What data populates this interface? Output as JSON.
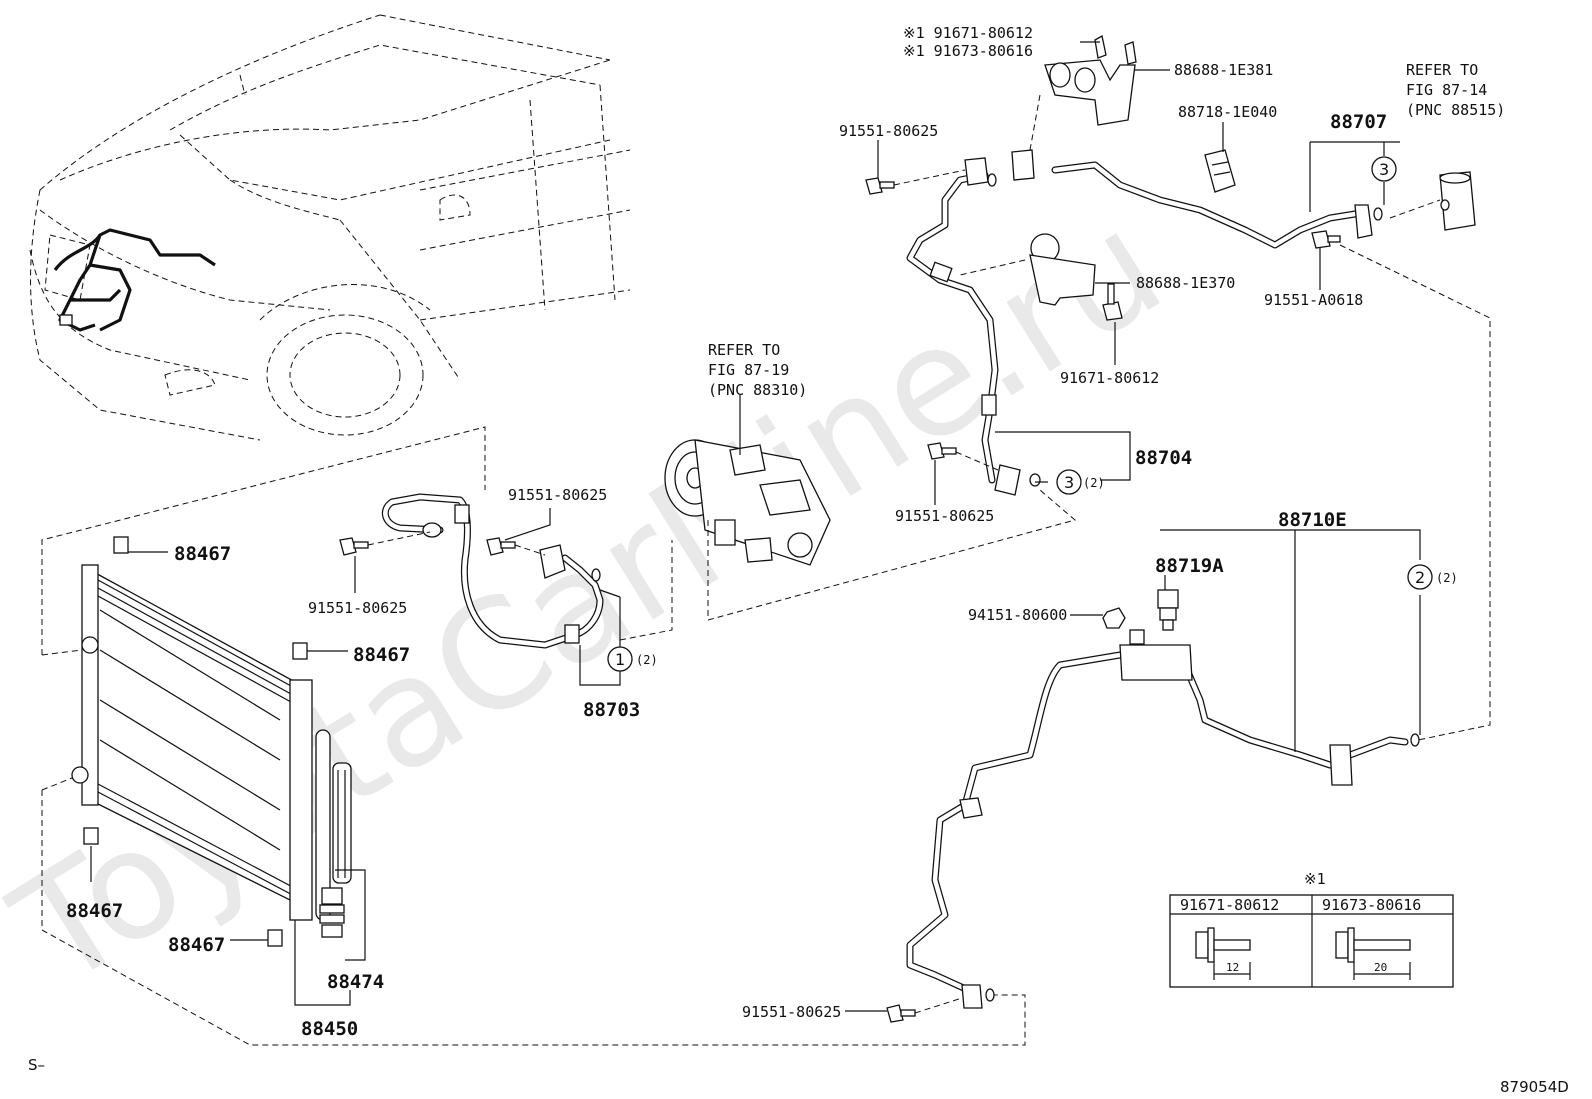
{
  "watermark": "ToyotaCarMine.ru",
  "figure_code": "879054D",
  "footer_left": "S–",
  "refer_fig_87_14": {
    "line1": "REFER TO",
    "line2": "FIG 87-14",
    "line3": "(PNC 88515)"
  },
  "refer_fig_87_19": {
    "line1": "REFER TO",
    "line2": "FIG 87-19",
    "line3": "(PNC 88310)"
  },
  "bolt_note": {
    "line1": "※1 91671-80612",
    "line2": "※1 91673-80616"
  },
  "labels": {
    "p88688_1E381": "88688-1E381",
    "p91551_80625_top": "91551-80625",
    "p88718_1E040": "88718-1E040",
    "p88707": "88707",
    "p88688_1E370": "88688-1E370",
    "p91551_A0618": "91551-A0618",
    "p91671_80612": "91671-80612",
    "p88704": "88704",
    "p91551_80625_mid": "91551-80625",
    "p91551_80625_hose": "91551-80625",
    "p91551_80625_left": "91551-80625",
    "p88467_a": "88467",
    "p88467_b": "88467",
    "p88467_c": "88467",
    "p88467_d": "88467",
    "p88703": "88703",
    "p88710E": "88710E",
    "p88719A": "88719A",
    "p94151_80600": "94151-80600",
    "p88474": "88474",
    "p88450": "88450",
    "p91551_80625_bottom": "91551-80625"
  },
  "callouts": {
    "c3_top": "3",
    "c3_mid": "3",
    "qty_3": "(2)",
    "c1": "1",
    "qty_1": "(2)",
    "c2": "2",
    "qty_2": "(2)"
  },
  "bolt_table": {
    "mark": "※1",
    "col1": "91671-80612",
    "col2": "91673-80616",
    "len1": "12",
    "len2": "20"
  }
}
